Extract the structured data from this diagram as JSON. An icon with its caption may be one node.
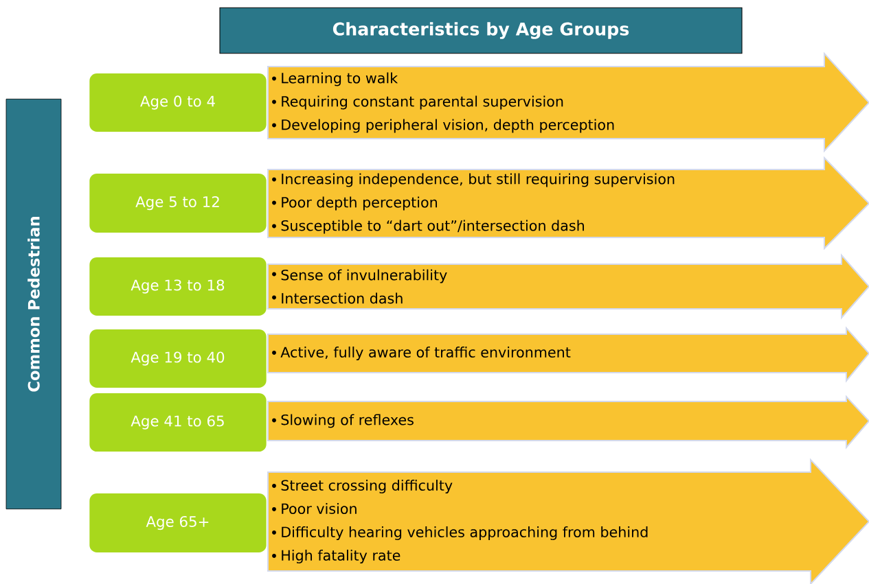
{
  "diagram": {
    "title": "Characteristics by Age Groups",
    "nodes": [
      {
        "text": [
          "Common Pedestrian"
        ]
      },
      {
        "text": [
          "Age 0 to 4"
        ]
      },
      {
        "text": [
          "Learning to walk",
          "Requiring constant parental supervision",
          "Developing peripheral vision, depth perception"
        ]
      },
      {
        "text": [
          "Age 5 to 12"
        ]
      },
      {
        "text": [
          "Increasing independence, but still requiring supervision",
          "Poor depth perception",
          "Susceptible to “dart out”/intersection dash"
        ]
      },
      {
        "text": [
          "Age 13 to 18"
        ]
      },
      {
        "text": [
          "Sense of invulnerability",
          "Intersection dash"
        ]
      },
      {
        "text": [
          "Age 19 to 40"
        ]
      },
      {
        "text": [
          "Active, fully aware of traffic environment"
        ]
      },
      {
        "text": [
          "Age 41 to 65"
        ]
      },
      {
        "text": [
          "Slowing of reflexes"
        ]
      },
      {
        "text": [
          "Age 65+"
        ]
      },
      {
        "text": [
          "Street crossing difficulty",
          "Poor vision",
          "Difficulty hearing vehicles approaching from behind",
          "High fatality rate"
        ]
      }
    ]
  }
}
